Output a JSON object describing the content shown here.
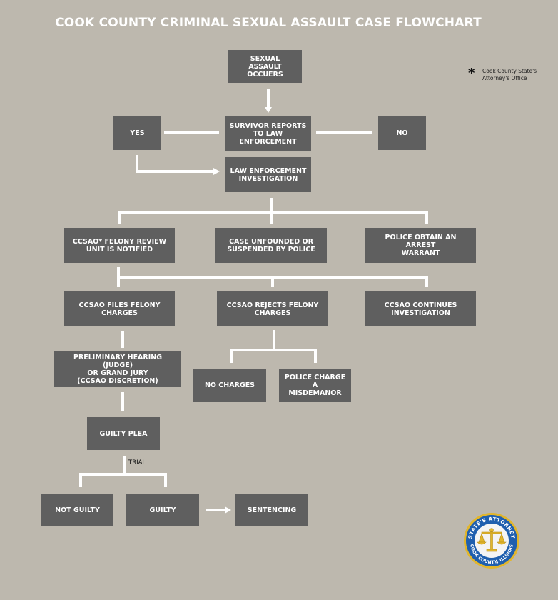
{
  "title": "COOK COUNTY CRIMINAL SEXUAL ASSAULT CASE FLOWCHART",
  "legend": {
    "symbol": "*",
    "text": "Cook County State's Attorney's Office"
  },
  "boxes": {
    "sexual_assault": "SEXUAL ASSAULT\nOCCUERS",
    "survivor_reports": "SURVIVOR REPORTS\nTO LAW\nENFORCEMENT",
    "yes": "YES",
    "no": "NO",
    "law_enforcement": "LAW ENFORCEMENT\nINVESTIGATION",
    "ccsao_review": "CCSAO* FELONY REVIEW\nUNIT IS NOTIFIED",
    "case_unfounded": "CASE UNFOUNDED OR\nSUSPENDED BY POLICE",
    "police_arrest": "POLICE  OBTAIN AN ARREST\nWARRANT",
    "ccsao_files": "CCSAO FILES FELONY\nCHARGES",
    "ccsao_rejects": "CCSAO REJECTS FELONY\nCHARGES",
    "ccsao_continues": "CCSAO CONTINUES\nINVESTIGATION",
    "preliminary": "PRELIMINARY HEARING (JUDGE)\nOR GRAND JURY\n(CCSAO DISCRETION)",
    "no_charges": "NO CHARGES",
    "misdemeanor": "POLICE CHARGE A\nMISDEMANOR",
    "guilty_plea": "GUILTY PLEA",
    "not_guilty": "NOT GUILTY",
    "guilty": "GUILTY",
    "sentencing": "SENTENCING"
  },
  "trial_label": "TRIAL",
  "seal": {
    "top_text": "STATE'S ATTORNEY",
    "bottom_text": "COOK COUNTY, ILLINOIS"
  },
  "colors": {
    "background": "#bdb8ae",
    "box": "#5f5f5f",
    "seal_blue": "#1f5fae",
    "seal_gold": "#e2b62c"
  }
}
